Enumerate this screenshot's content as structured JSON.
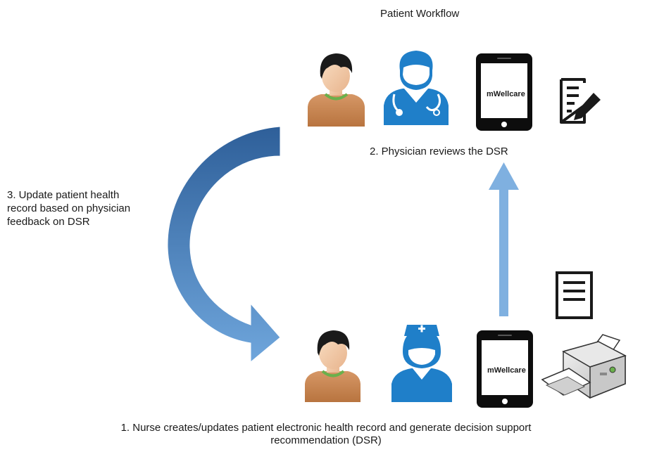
{
  "title": "Patient Workflow",
  "step2_label": "2. Physician reviews the DSR",
  "step3_label": {
    "line1": "3. Update patient health",
    "line2": "record based on physician",
    "line3": "feedback on DSR"
  },
  "step1_label": {
    "line1": "1. Nurse creates/updates patient electronic health record and generate decision support",
    "line2": "recommendation (DSR)"
  },
  "top_row": {
    "patient_icon": "patient-icon",
    "physician_icon": "physician-icon",
    "tablet_label": "mWellcare",
    "document_icon": "document-edit-icon"
  },
  "bottom_row": {
    "patient_icon": "patient-icon",
    "nurse_icon": "nurse-icon",
    "tablet_label": "mWellcare",
    "printer_icon": "printer-icon",
    "printout_icon": "document-icon"
  },
  "colors": {
    "icon_blue": "#1f7fc9",
    "arrow_dark": "#2e5f99",
    "arrow_light": "#6fa6dc",
    "straight_arrow": "#7fb0e0",
    "skin": "#f2c9a4",
    "shirt": "#c98652",
    "hair": "#1a1a1a"
  }
}
